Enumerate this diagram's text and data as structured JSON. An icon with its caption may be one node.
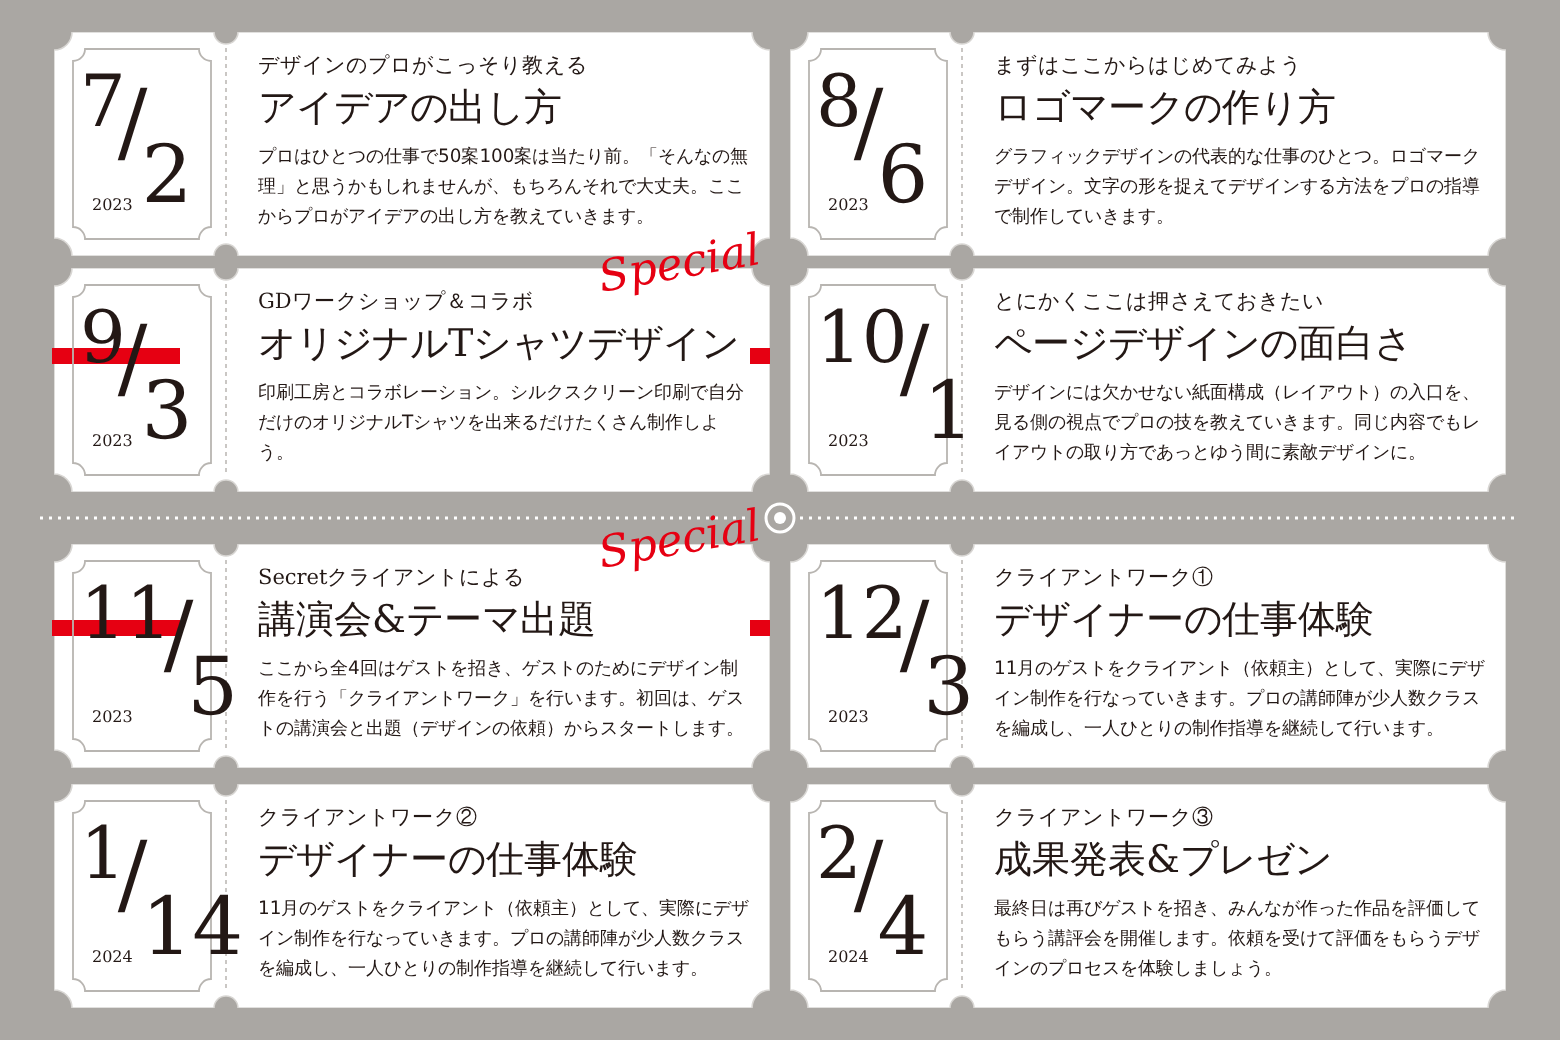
{
  "diagram": {
    "nodes": [
      {
        "text": [
          "デザインのプロがこっそり教える",
          "アイデアの出し方",
          "プロはひとつの仕事で50案100案は当たり前。「そんなの無理」と思うかもしれませんが、もちろんそれで大丈夫。ここからプロがアイデアの出し方を教えていきます。"
        ]
      },
      {
        "text": [
          "7/2",
          "2023"
        ],
        "in": 0
      },
      {
        "text": [
          "まずはここからはじめてみよう",
          "ロゴマークの作り方",
          "グラフィックデザインの代表的な仕事のひとつ。ロゴマークデザイン。文字の形を捉えてデザインする方法をプロの指導で制作していきます。"
        ]
      },
      {
        "text": [
          "8/6",
          "2023"
        ],
        "in": 2
      },
      {
        "text": [
          "GDワークショップ＆コラボ",
          "オリジナルTシャツデザイン",
          "印刷工房とコラボレーション。シルクスクリーン印刷で自分だけのオリジナルTシャツを出来るだけたくさん制作しよう。"
        ],
        "beside": [
          "Special"
        ]
      },
      {
        "text": [
          "9/3",
          "2023"
        ],
        "in": 4
      },
      {
        "text": [
          "とにかくここは押さえておきたい",
          "ページデザインの面白さ",
          "デザインには欠かせない紙面構成（レイアウト）の入口を、見る側の視点でプロの技を教えていきます。同じ内容でもレイアウトの取り方であっとゆう間に素敵デザインに。"
        ]
      },
      {
        "text": [
          "10/1",
          "2023"
        ],
        "in": 6
      },
      {
        "text": [
          "Secretクライアントによる",
          "講演会&テーマ出題",
          "ここから全4回はゲストを招き、ゲストのためにデザイン制作を行う「クライアントワーク」を行います。初回は、ゲストの講演会と出題（デザインの依頼）からスタートします。"
        ],
        "beside": [
          "Special"
        ]
      },
      {
        "text": [
          "11/5",
          "2023"
        ],
        "in": 8
      },
      {
        "text": [
          "クライアントワーク①",
          "デザイナーの仕事体験",
          "11月のゲストをクライアント（依頼主）として、実際にデザイン制作を行なっていきます。プロの講師陣が少人数クラスを編成し、一人ひとりの制作指導を継続して行います。"
        ]
      },
      {
        "text": [
          "12/3",
          "2023"
        ],
        "in": 10
      },
      {
        "text": [
          "クライアントワーク②",
          "デザイナーの仕事体験",
          "11月のゲストをクライアント（依頼主）として、実際にデザイン制作を行なっていきます。プロの講師陣が少人数クラスを編成し、一人ひとりの制作指導を継続して行います。"
        ]
      },
      {
        "text": [
          "1/14",
          "2024"
        ],
        "in": 12
      },
      {
        "text": [
          "クライアントワーク③",
          "成果発表&プレゼン",
          "最終日は再びゲストを招き、みんなが作った作品を評価してもらう講評会を開催します。依頼を受けて評価をもらうデザインのプロセスを体験しましょう。"
        ]
      },
      {
        "text": [
          "2/4",
          "2024"
        ],
        "in": 14
      }
    ]
  }
}
